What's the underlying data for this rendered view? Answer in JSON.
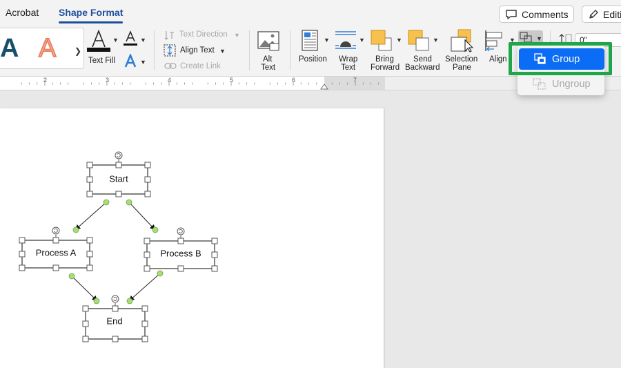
{
  "tabs": {
    "acrobat": "Acrobat",
    "shape_format": "Shape Format"
  },
  "top_buttons": {
    "comments": "Comments",
    "editing": "Editi"
  },
  "ribbon": {
    "wordart_letter": "A",
    "text_fill": "Text Fill",
    "text_direction": "Text Direction",
    "align_text": "Align Text",
    "create_link": "Create Link",
    "alt_text": [
      "Alt",
      "Text"
    ],
    "position": "Position",
    "wrap_text": [
      "Wrap",
      "Text"
    ],
    "bring_forward": [
      "Bring",
      "Forward"
    ],
    "send_backward": [
      "Send",
      "Backward"
    ],
    "selection_pane": [
      "Selection",
      "Pane"
    ],
    "align": "Align",
    "size_value": "0\""
  },
  "ruler": {
    "numbers": [
      "2",
      "3",
      "4",
      "5",
      "6",
      "7"
    ]
  },
  "dropdown": {
    "group": "Group",
    "ungroup": "Ungroup"
  },
  "flowchart": {
    "shapes": [
      {
        "id": "start",
        "label": "Start"
      },
      {
        "id": "process_a",
        "label": "Process A"
      },
      {
        "id": "process_b",
        "label": "Process B"
      },
      {
        "id": "end",
        "label": "End"
      }
    ]
  },
  "colors": {
    "accent_tab": "#1d4e9e",
    "menu_selected": "#0b6cf5",
    "highlight": "#1fa64a",
    "connector_handle": "#a9dc76"
  }
}
